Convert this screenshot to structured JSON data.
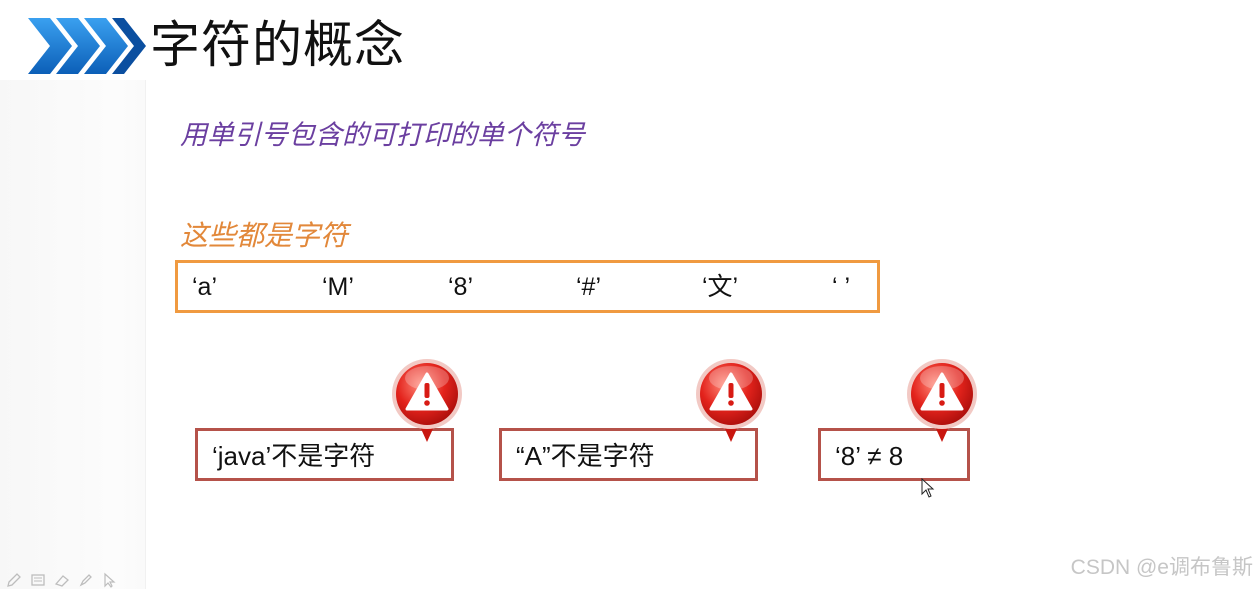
{
  "slide": {
    "title": "字符的概念",
    "subtitle": "用单引号包含的可打印的单个符号",
    "examples_label": "这些都是字符",
    "examples": [
      "‘a’",
      "‘M’",
      "‘8’",
      "‘#’",
      "‘文’",
      "‘ ’"
    ],
    "notes": [
      {
        "text": "‘java’不是字符"
      },
      {
        "text": "“A”不是字符"
      },
      {
        "text": "‘8’ ≠ 8"
      }
    ]
  },
  "watermark": "CSDN @e调布鲁斯",
  "colors": {
    "chevron": "#1e7fd6",
    "subtitle": "#6b3fa0",
    "examples_label": "#e2883a",
    "examples_border": "#f09a40",
    "note_border": "#b5524a",
    "warning_red": "#e3231c"
  },
  "icons": {
    "header": "chevron-arrows-icon",
    "warning": "warning-badge-icon",
    "toolbar": [
      "pen-icon",
      "slides-icon",
      "eraser-icon",
      "highlighter-icon",
      "pointer-icon"
    ]
  }
}
